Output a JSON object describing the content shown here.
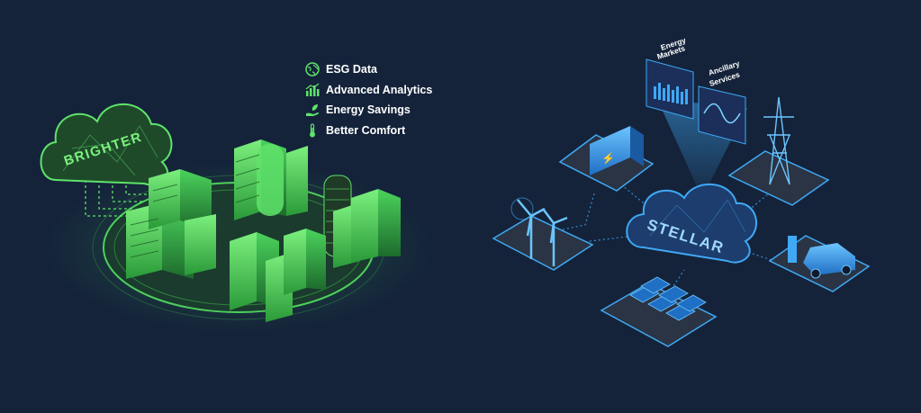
{
  "left": {
    "cloud_label": "BRIGHTER",
    "features": [
      {
        "label": "ESG Data",
        "icon": "globe-icon"
      },
      {
        "label": "Advanced Analytics",
        "icon": "bar-chart-icon"
      },
      {
        "label": "Energy Savings",
        "icon": "hand-leaf-icon"
      },
      {
        "label": "Better Comfort",
        "icon": "thermometer-icon"
      }
    ]
  },
  "right": {
    "cloud_label": "STELLAR",
    "panel_energy_markets": {
      "line1": "Energy",
      "line2": "Markets"
    },
    "panel_ancillary": {
      "line1": "Ancillary",
      "line2": "Services"
    }
  },
  "colors": {
    "background": "#14233a",
    "brighter_green": "#5fe36b",
    "stellar_blue": "#3fa9f5"
  }
}
